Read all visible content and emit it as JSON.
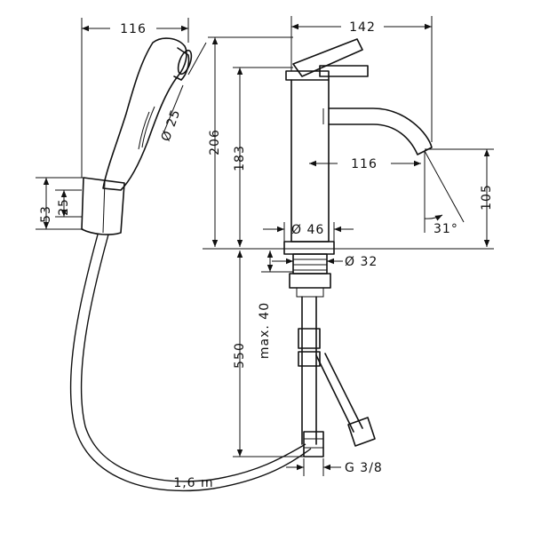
{
  "drawing": {
    "labels": {
      "handshower_width": "116",
      "handshower_diameter": "Ø 25",
      "holder_height": "53",
      "holder_inner": "25",
      "spout_reach_total": "142",
      "total_height": "206",
      "spout_top_height": "183",
      "spout_projection": "116",
      "spout_outlet_height": "105",
      "spout_angle": "31°",
      "base_diameter": "Ø 46",
      "shank_diameter": "Ø 32",
      "max_deck": "max. 40",
      "supply_length": "550",
      "hose_length": "1,6 m",
      "connection": "G 3/8"
    }
  }
}
